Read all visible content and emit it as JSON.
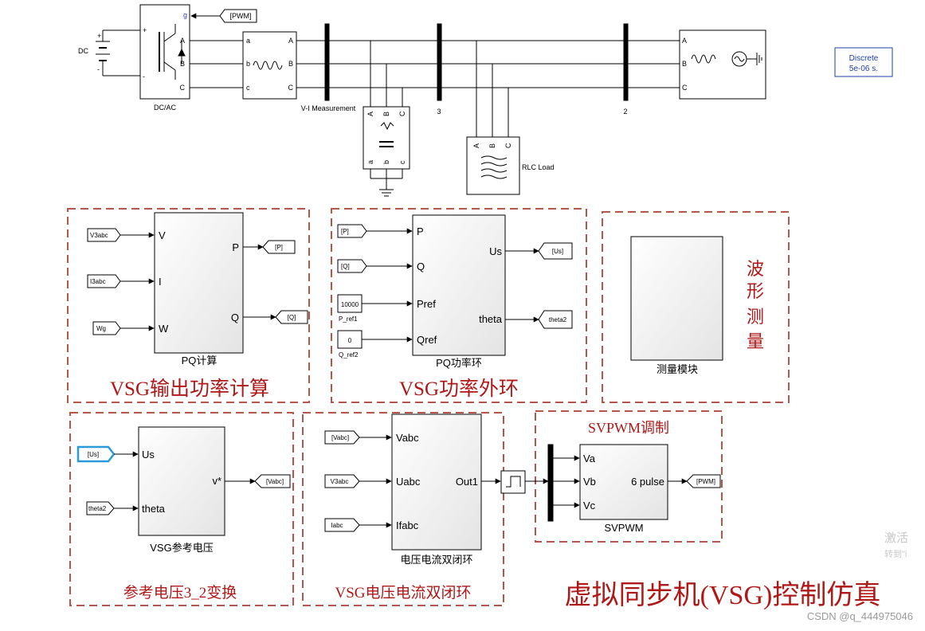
{
  "power_circuit": {
    "dc_source_label": "DC",
    "dc_plus": "+",
    "dc_minus": "-",
    "inverter_label": "DC/AC",
    "inverter_gate_port": "g",
    "inverter_plus": "+",
    "inverter_minus": "-",
    "pwm_input_tag": "[PWM]",
    "phase_ports": [
      "A",
      "B",
      "C"
    ],
    "filter_ports_in": [
      "a",
      "b",
      "c"
    ],
    "vi_measurement_label": "V-I Measurement",
    "bus3_label": "3",
    "bus2_label": "2",
    "rlc_load_label": "RLC Load",
    "solver_line1": "Discrete",
    "solver_line2": "5e-06 s."
  },
  "pq_calc": {
    "frame_title": "VSG输出功率计算",
    "block_label": "PQ计算",
    "inputs": [
      "V",
      "I",
      "W"
    ],
    "outputs": [
      "P",
      "Q"
    ],
    "from_tags": [
      "V3abc",
      "I3abc",
      "Wg"
    ],
    "goto_tags": [
      "[P]",
      "[Q]"
    ]
  },
  "pq_loop": {
    "frame_title": "VSG功率外环",
    "block_label": "PQ功率环",
    "inputs": [
      "P",
      "Q",
      "Pref",
      "Qref"
    ],
    "outputs": [
      "Us",
      "theta"
    ],
    "from_tags": [
      "[P]",
      "[Q]"
    ],
    "const1_value": "10000",
    "const1_label": "P_ref1",
    "const2_value": "0",
    "const2_label": "Q_ref2",
    "goto_tags": [
      "[Us]",
      "theta2"
    ]
  },
  "measure": {
    "frame_title_chars": [
      "波",
      "形",
      "测",
      "量"
    ],
    "block_label": "测量模块"
  },
  "ref_voltage": {
    "frame_title": "参考电压3_2变换",
    "block_label": "VSG参考电压",
    "inputs": [
      "Us",
      "theta"
    ],
    "outputs": [
      "v*"
    ],
    "from_tags": [
      "[Us]",
      "theta2"
    ],
    "goto_tag": "[Vabc]"
  },
  "dual_loop": {
    "frame_title": "VSG电压电流双闭环",
    "block_label": "电压电流双闭环",
    "inputs": [
      "Vabc",
      "Uabc",
      "Ifabc"
    ],
    "output": "Out1",
    "from_tags": [
      "[Vabc]",
      "V3abc",
      "Iabc"
    ]
  },
  "svpwm": {
    "frame_title": "SVPWM调制",
    "block_label": "SVPWM",
    "inputs": [
      "Va",
      "Vb",
      "Vc"
    ],
    "output": "6 pulse",
    "goto_tag": "[PWM]"
  },
  "page": {
    "main_title": "虚拟同步机(VSG)控制仿真",
    "watermark_line1": "激活",
    "watermark_line2": "转到\"i",
    "credit": "CSDN @q_444975046"
  },
  "colors": {
    "frame_dashed": "#b5564d",
    "frame_title": "#b01818",
    "block_stroke": "#000000",
    "port_text": "#000000",
    "solver_text": "#1f3fa8",
    "gate_port": "#2a3fd0",
    "selected_tag": "#2a9bd8"
  }
}
